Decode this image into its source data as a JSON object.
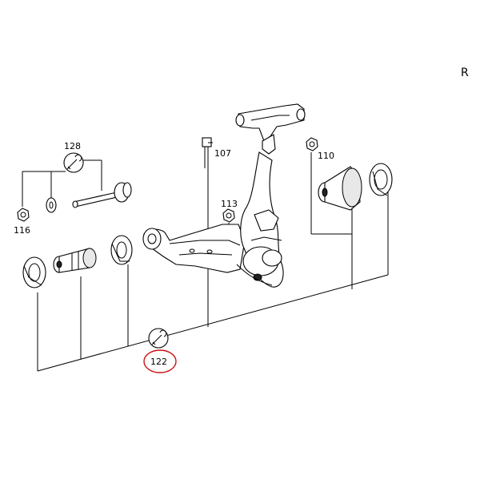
{
  "corner_label": "R",
  "callouts": {
    "c128": "128",
    "c116": "116",
    "c107": "107",
    "c110": "110",
    "c113": "113",
    "c122": "122"
  },
  "highlight_color": "#cc1111"
}
